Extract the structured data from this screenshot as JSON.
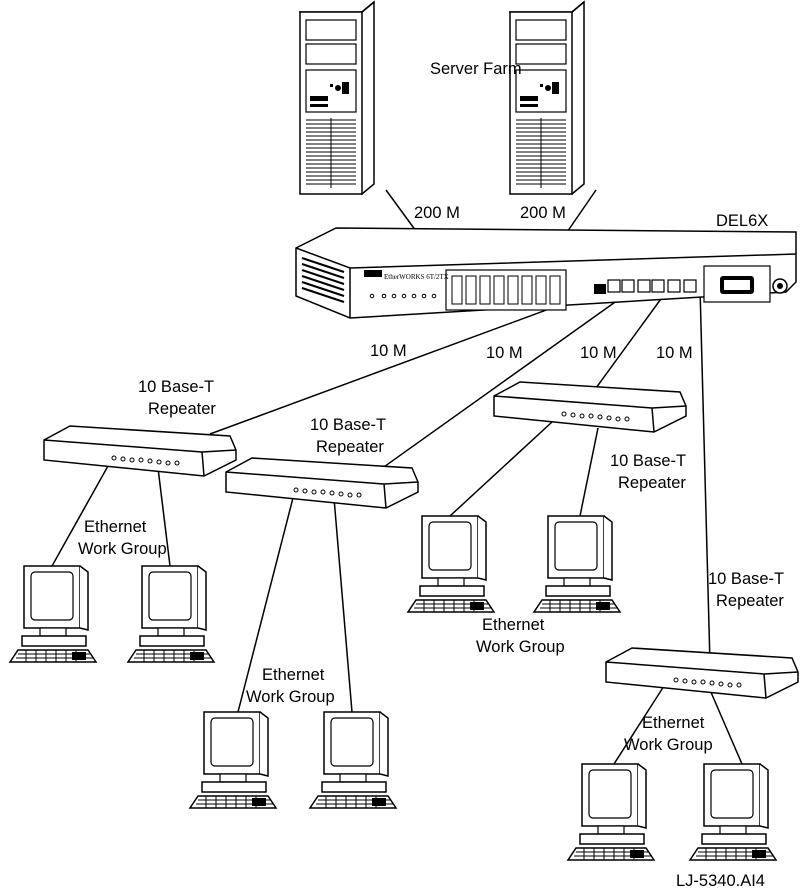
{
  "labels": {
    "server_farm": "Server Farm",
    "switch_name": "DEL6X",
    "device_brand": "EtherWORKS 6T/2TX",
    "speed_server": "200 M",
    "speed_10m": "10 M",
    "repeater_line1": "10 Base-T",
    "repeater_line2": "Repeater",
    "group_line1": "Ethernet",
    "group_line2": "Work Group",
    "figure_id": "LJ-5340.AI4"
  }
}
